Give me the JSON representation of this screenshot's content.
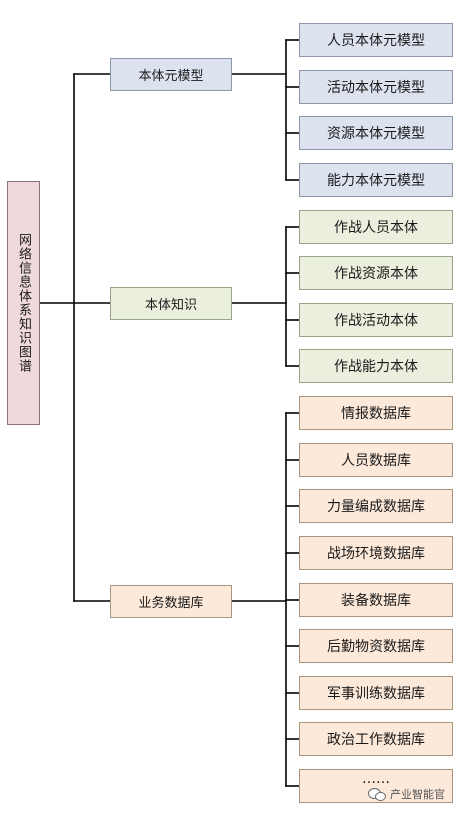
{
  "root": {
    "label": "网络信息体系知识图谱"
  },
  "groups": [
    {
      "label": "本体元模型",
      "color": "#dce3ef",
      "children": [
        "人员本体元模型",
        "活动本体元模型",
        "资源本体元模型",
        "能力本体元模型"
      ]
    },
    {
      "label": "本体知识",
      "color": "#ebf0de",
      "children": [
        "作战人员本体",
        "作战资源本体",
        "作战活动本体",
        "作战能力本体"
      ]
    },
    {
      "label": "业务数据库",
      "color": "#fde9da",
      "children": [
        "情报数据库",
        "人员数据库",
        "力量编成数据库",
        "战场环境数据库",
        "装备数据库",
        "后勤物资数据库",
        "军事训练数据库",
        "政治工作数据库",
        "……"
      ]
    }
  ],
  "watermark": {
    "text": "产业智能官",
    "icon": "wechat-icon"
  }
}
